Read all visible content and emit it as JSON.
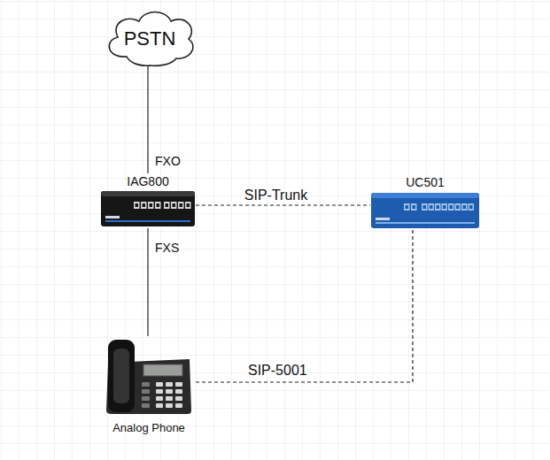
{
  "diagram": {
    "nodes": [
      {
        "text": [
          "PSTN"
        ]
      },
      {
        "text": [
          "IAG800"
        ]
      },
      {
        "text": [
          "UC501"
        ]
      },
      {
        "text": [
          "Analog Phone"
        ]
      }
    ],
    "edges": [
      {
        "from": 0,
        "to": 1,
        "arrow": "none",
        "label": "FXO"
      },
      {
        "from": 1,
        "to": 2,
        "arrow": "none",
        "label": "SIP-Trunk"
      },
      {
        "from": 1,
        "to": 3,
        "arrow": "none",
        "label": "FXS"
      },
      {
        "from": 2,
        "to": 3,
        "arrow": "none",
        "label": "SIP-5001"
      }
    ]
  }
}
